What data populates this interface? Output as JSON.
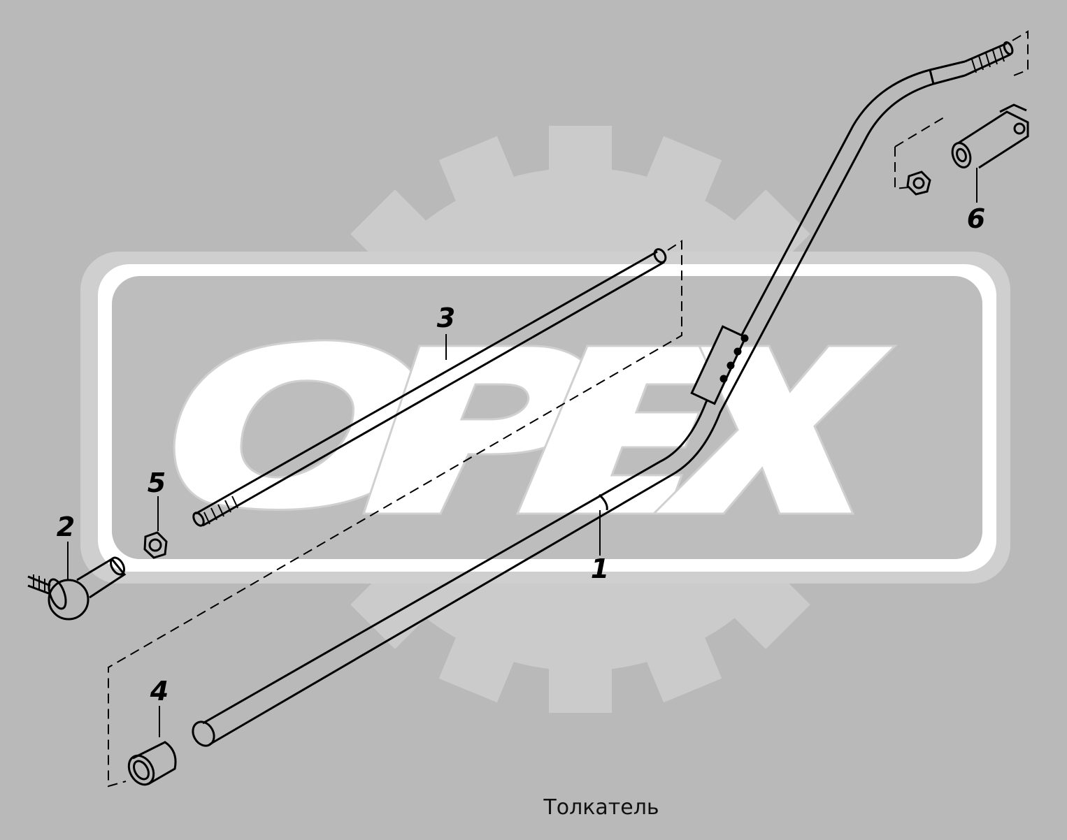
{
  "caption": "Толкатель",
  "watermark": {
    "text": "OPEX",
    "logo": "gear-watermark"
  },
  "colors": {
    "background": "#b9b9b9",
    "watermark_light": "#cdcdcd",
    "watermark_white": "#ffffff",
    "line": "#000000"
  },
  "callouts": [
    {
      "id": "1",
      "label": "1",
      "part": "push-rod-main"
    },
    {
      "id": "2",
      "label": "2",
      "part": "ball-joint-end"
    },
    {
      "id": "3",
      "label": "3",
      "part": "threaded-rod"
    },
    {
      "id": "4",
      "label": "4",
      "part": "bushing"
    },
    {
      "id": "5",
      "label": "5",
      "part": "nut"
    },
    {
      "id": "6",
      "label": "6",
      "part": "clevis-fork"
    }
  ]
}
